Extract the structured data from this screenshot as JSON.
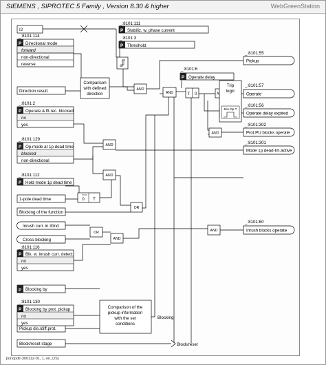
{
  "header": {
    "title": "SIEMENS , SIPROTEC 5 Family , Version 8.30 & higher",
    "brand": "WebGreenStation"
  },
  "figure_ref": "[loriopdir-300112-01, 1, en_US]",
  "symbols": {
    "setting_marker": "P",
    "and_gate": "AND",
    "or_gate": "OR",
    "timer_zero": "0",
    "timer_t": "T"
  },
  "inputs": {
    "i2": "I2",
    "direction_result": "Direction result",
    "one_pole_dead_time": "1-pole dead time",
    "blocking_function": "Blocking of the function",
    "inrush_ignd": "Inrush curr. in IGnd",
    "cross_blocking": "Cross-blocking",
    "blocking_by": "Blocking by",
    "pickup_dis": "Pickup dis./diff.prot.",
    "block_reset": "Block/reset stage"
  },
  "settings": {
    "stabiliz": {
      "address": "_:8101:111",
      "label": "Stabiliz. w. phase current"
    },
    "threshold": {
      "address": "_:8101:3",
      "label": "Threshold"
    },
    "dir_mode": {
      "address": "_:8101:114",
      "label": "Directional mode",
      "options": [
        "forward",
        "non-directional",
        "reverse"
      ]
    },
    "operate_delay": {
      "address": "_:8101:6",
      "label": "Operate delay"
    },
    "op_flt": {
      "address": "_:8101:2",
      "label": "Operate & flt.rec. blocked",
      "options": [
        "no",
        "yes"
      ]
    },
    "op_mode": {
      "address": "_:8101:129",
      "label": "Op.mode at 1p dead time",
      "options": [
        "blocked",
        "non-directional"
      ]
    },
    "hold_mode": {
      "address": "_:8101:112",
      "label": "Hold mode 1p dead time"
    },
    "blk_inrush": {
      "address": "_:8101:116",
      "label": "Blk. w. inrush curr. detect.",
      "options": [
        "no",
        "yes"
      ]
    },
    "blk_prot": {
      "address": "_:8101:130",
      "label": "Blocking by prot. pickup",
      "options": [
        "no",
        "yes"
      ]
    }
  },
  "outputs": {
    "pickup": {
      "address": "_:8101:55",
      "label": "Pickup"
    },
    "operate": {
      "address": "_:8101:57",
      "label": "Operate"
    },
    "op_delay_expired": {
      "address": "_:8101:56",
      "label": "Operate delay expired"
    },
    "prot_pu": {
      "address": "_:8101:302",
      "label": "Prot.PU blocks operate"
    },
    "mode_1p": {
      "address": "_:8101:301",
      "label": "Mode 1p dead-tm.active"
    },
    "inrush_blocks": {
      "address": "_:8101:60",
      "label": "Inrush blocks operate"
    }
  },
  "blocks": {
    "comparison_dir": [
      "Comparison",
      "with defined",
      "direction"
    ],
    "trip_logic": [
      "Trip",
      "logic"
    ],
    "min_op": "Min.Op.T",
    "comparison_pickup": [
      "Comparison of the",
      "pickup information",
      "with the set",
      "conditions"
    ]
  },
  "signals": {
    "blocking": "Blocking",
    "block_reset_out": "Block/reset"
  }
}
